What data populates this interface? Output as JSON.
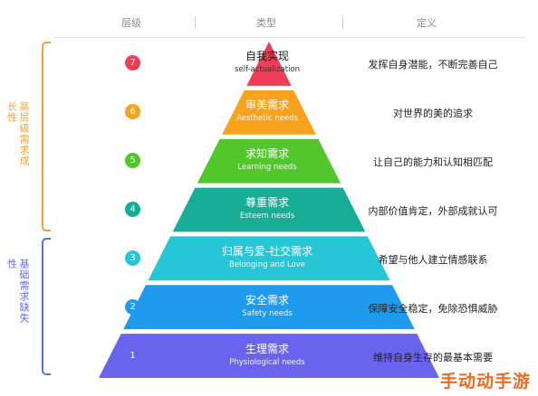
{
  "headers": {
    "level": "层级",
    "type": "类型",
    "definition": "定义"
  },
  "groups": {
    "growth": {
      "label": "高层级需求成长性",
      "color": "#f2a33a"
    },
    "deficit": {
      "label": "基础需求缺失性",
      "color": "#5b6fe6"
    }
  },
  "tiers": [
    {
      "number": "7",
      "zh": "自我实现",
      "en": "self-actualization",
      "definition": "发挥自身潜能，不断完善自己",
      "color": "#f03e59"
    },
    {
      "number": "6",
      "zh": "审美需求",
      "en": "Aesthetic needs",
      "definition": "对世界的美的追求",
      "color": "#f9a21e"
    },
    {
      "number": "5",
      "zh": "求知需求",
      "en": "Learning needs",
      "definition": "让自己的能力和认知相匹配",
      "color": "#52c72b"
    },
    {
      "number": "4",
      "zh": "尊重需求",
      "en": "Esteem needs",
      "definition": "内部价值肯定，外部成就认可",
      "color": "#17ad96"
    },
    {
      "number": "3",
      "zh": "归属与爱-社交需求",
      "en": "Belonging and Love",
      "definition": "希望与他人建立情感联系",
      "color": "#27c6d6"
    },
    {
      "number": "2",
      "zh": "安全需求",
      "en": "Safety needs",
      "definition": "保障安全稳定，免除恐惧威胁",
      "color": "#1e9bef"
    },
    {
      "number": "1",
      "zh": "生理需求",
      "en": "Physiological needs",
      "definition": "维持自身生存的最基本需要",
      "color": "#6a63ee"
    }
  ],
  "watermark": "手动动手游"
}
